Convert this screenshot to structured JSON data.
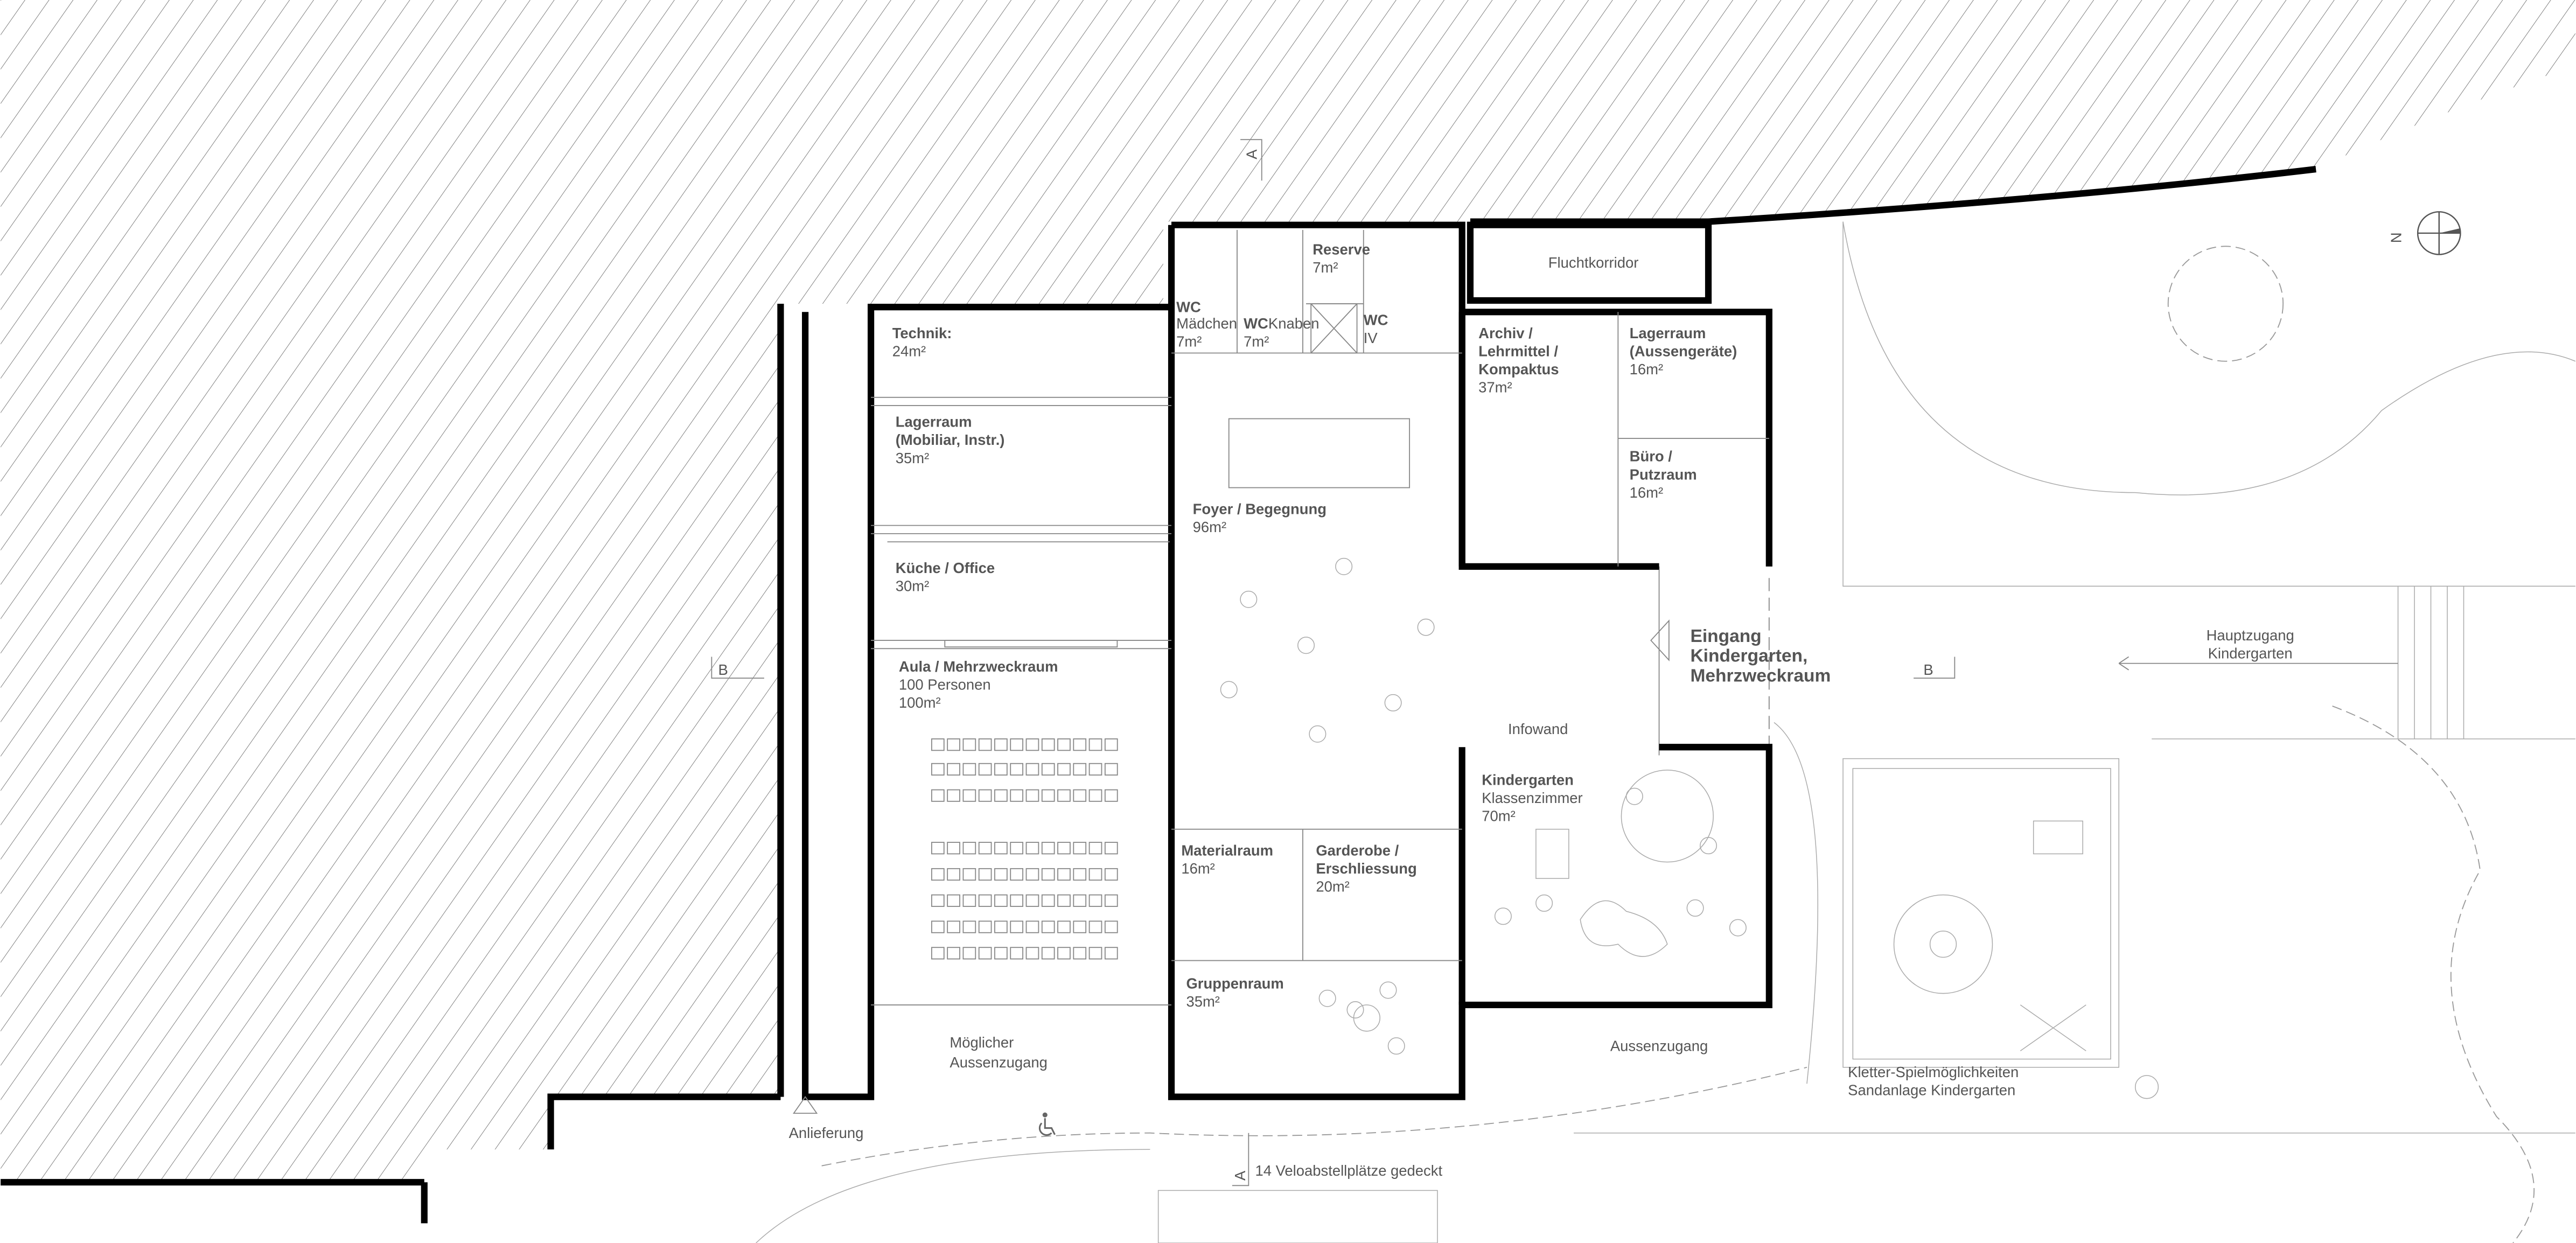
{
  "colors": {
    "wall": "#000000",
    "label": "#555555",
    "hatch": "#777777"
  },
  "rooms": {
    "technik": {
      "name": "Technik:",
      "area": "24m²"
    },
    "lager_mob": {
      "name": "Lagerraum",
      "name2": "(Mobiliar, Instr.)",
      "area": "35m²"
    },
    "kueche": {
      "name": "Küche / Office",
      "area": "30m²"
    },
    "aula": {
      "name": "Aula / Mehrzweckraum",
      "sub": "100 Personen",
      "area": "100m²"
    },
    "wc_m": {
      "name": "WC",
      "sub": "Mädchen",
      "area": "7m²"
    },
    "wc_k": {
      "name": "WC",
      "sub": "Knaben",
      "area": "7m²"
    },
    "reserve": {
      "name": "Reserve",
      "area": "7m²"
    },
    "wc_iv": {
      "name": "WC",
      "sub": "IV"
    },
    "foyer": {
      "name": "Foyer / Begegnung",
      "area": "96m²"
    },
    "archiv": {
      "name": "Archiv /",
      "name2": "Lehrmittel /",
      "name3": "Kompaktus",
      "area": "37m²"
    },
    "lager_aus": {
      "name": "Lagerraum",
      "name2": "(Aussengeräte)",
      "area": "16m²"
    },
    "buero": {
      "name": "Büro /",
      "name2": "Putzraum",
      "area": "16m²"
    },
    "kiga": {
      "name": "Kindergarten",
      "sub": "Klassenzimmer",
      "area": "70m²"
    },
    "material": {
      "name": "Materialraum",
      "area": "16m²"
    },
    "garderobe": {
      "name": "Garderobe /",
      "name2": "Erschliessung",
      "area": "20m²"
    },
    "gruppen": {
      "name": "Gruppenraum",
      "area": "35m²"
    }
  },
  "labels": {
    "fluchtkorridor": "Fluchtkorridor",
    "eingang1": "Eingang",
    "eingang2": "Kindergarten,",
    "eingang3": "Mehrzweckraum",
    "infowand": "Infowand",
    "aussenzugang": "Aussenzugang",
    "moeglich1": "Möglicher",
    "moeglich2": "Aussenzugang",
    "anlieferung": "Anlieferung",
    "velo": "14 Veloabstellplätze gedeckt",
    "haupt1": "Hauptzugang",
    "haupt2": "Kindergarten",
    "kletter1": "Kletter-Spielmöglichkeiten",
    "kletter2": "Sandanlage Kindergarten",
    "section_b": "B",
    "section_a": "A",
    "north": "N"
  },
  "icons": [
    "north-arrow-icon",
    "wheelchair-icon",
    "entrance-arrow-icon"
  ]
}
